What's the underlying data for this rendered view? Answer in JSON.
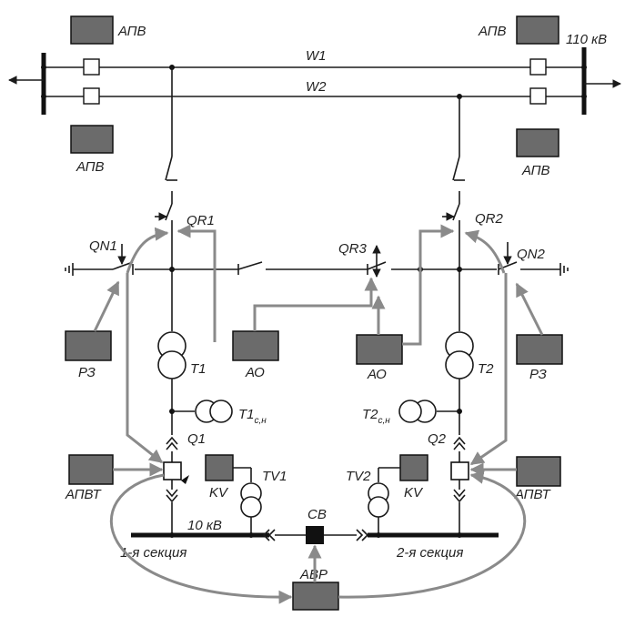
{
  "blocks": {
    "apv": "АПВ",
    "apvt": "АПВТ",
    "ao": "АО",
    "rz": "РЗ",
    "kv": "KV",
    "avr": "АВР"
  },
  "lines": {
    "w1": "W1",
    "w2": "W2"
  },
  "voltage_hv": "110 кВ",
  "voltage_lv": "10 кВ",
  "switches": {
    "qr1": "QR1",
    "qr2": "QR2",
    "qr3": "QR3",
    "qn1": "QN1",
    "qn2": "QN2",
    "q1": "Q1",
    "q2": "Q2",
    "sv": "СВ"
  },
  "transformers": {
    "t1": "T1",
    "t2": "T2",
    "t1cn_main": "T1",
    "t1cn_sub": "с,н",
    "t2cn_main": "T2",
    "t2cn_sub": "с,н",
    "tv1": "TV1",
    "tv2": "TV2"
  },
  "sections": {
    "s1": "1-я секция",
    "s2": "2-я секция"
  },
  "colors": {
    "block": "#6b6b6b",
    "line": "#1a1a1a",
    "signal": "#8a8a8a"
  }
}
